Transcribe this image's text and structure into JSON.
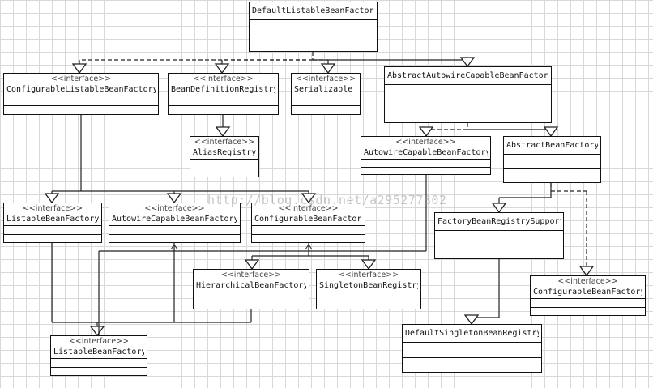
{
  "diagram": {
    "stereotype_label": "<<interface>>",
    "watermark": "http://blog.csdn.net/a295277302",
    "nodes": [
      {
        "id": "n1",
        "name": "DefaultListableBeanFactory",
        "stereotype": false
      },
      {
        "id": "n2",
        "name": "ConfigurableListableBeanFactory",
        "stereotype": true
      },
      {
        "id": "n3",
        "name": "BeanDefinitionRegistry",
        "stereotype": true
      },
      {
        "id": "n4",
        "name": "Serializable",
        "stereotype": true
      },
      {
        "id": "n5",
        "name": "AbstractAutowireCapableBeanFactory",
        "stereotype": false
      },
      {
        "id": "n6",
        "name": "AliasRegistry",
        "stereotype": true
      },
      {
        "id": "n7",
        "name": "AutowireCapableBeanFactory",
        "stereotype": true
      },
      {
        "id": "n8",
        "name": "AbstractBeanFactory",
        "stereotype": false
      },
      {
        "id": "n9",
        "name": "ListableBeanFactory",
        "stereotype": true
      },
      {
        "id": "n10",
        "name": "AutowireCapableBeanFactory",
        "stereotype": true
      },
      {
        "id": "n11",
        "name": "ConfigurableBeanFactory",
        "stereotype": true
      },
      {
        "id": "n12",
        "name": "FactoryBeanRegistrySupport",
        "stereotype": false
      },
      {
        "id": "n13",
        "name": "HierarchicalBeanFactory",
        "stereotype": true
      },
      {
        "id": "n14",
        "name": "SingletonBeanRegistry",
        "stereotype": true
      },
      {
        "id": "n15",
        "name": "ConfigurableBeanFactory",
        "stereotype": true
      },
      {
        "id": "n16",
        "name": "DefaultSingletonBeanRegistry",
        "stereotype": false
      },
      {
        "id": "n17",
        "name": "ListableBeanFactory",
        "stereotype": true
      }
    ],
    "relations": [
      {
        "from": "n1",
        "to": "n2",
        "kind": "realization"
      },
      {
        "from": "n1",
        "to": "n3",
        "kind": "realization"
      },
      {
        "from": "n1",
        "to": "n4",
        "kind": "realization"
      },
      {
        "from": "n1",
        "to": "n5",
        "kind": "generalization"
      },
      {
        "from": "n3",
        "to": "n6",
        "kind": "generalization"
      },
      {
        "from": "n5",
        "to": "n7",
        "kind": "realization"
      },
      {
        "from": "n5",
        "to": "n8",
        "kind": "generalization"
      },
      {
        "from": "n2",
        "to": "n9",
        "kind": "generalization"
      },
      {
        "from": "n2",
        "to": "n10",
        "kind": "generalization"
      },
      {
        "from": "n2",
        "to": "n11",
        "kind": "generalization"
      },
      {
        "from": "n8",
        "to": "n12",
        "kind": "generalization"
      },
      {
        "from": "n8",
        "to": "n15",
        "kind": "realization"
      },
      {
        "from": "n11",
        "to": "n13",
        "kind": "generalization"
      },
      {
        "from": "n11",
        "to": "n14",
        "kind": "generalization"
      },
      {
        "from": "n12",
        "to": "n16",
        "kind": "generalization"
      },
      {
        "from": "n9",
        "to": "n17",
        "kind": "generalization"
      },
      {
        "from": "n10",
        "to": "n17",
        "kind": "generalization"
      },
      {
        "from": "n13",
        "to": "n17",
        "kind": "generalization"
      },
      {
        "from": "n7",
        "to": "n17",
        "kind": "generalization"
      }
    ]
  }
}
